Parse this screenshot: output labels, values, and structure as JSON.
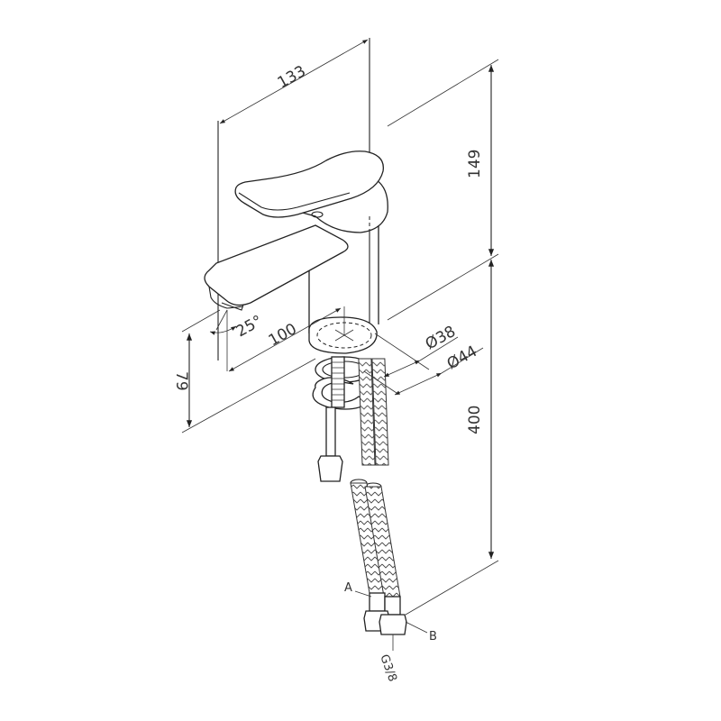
{
  "diagram": {
    "type": "technical-drawing",
    "subject": "single-lever basin mixer faucet, isometric view",
    "dimensions": {
      "overall_depth": "133",
      "spout_height_above_deck": "149",
      "hose_length": "400",
      "spout_reach": "100",
      "spout_angle": "25°",
      "spout_outlet_height": "79",
      "hole_diameter": "Ø38",
      "base_diameter": "Ø44"
    },
    "labels": {
      "hose_a": "A",
      "hose_b": "B",
      "thread": "G3/8"
    },
    "colors": {
      "line": "#222222",
      "text": "#333333",
      "background": "#ffffff"
    }
  }
}
